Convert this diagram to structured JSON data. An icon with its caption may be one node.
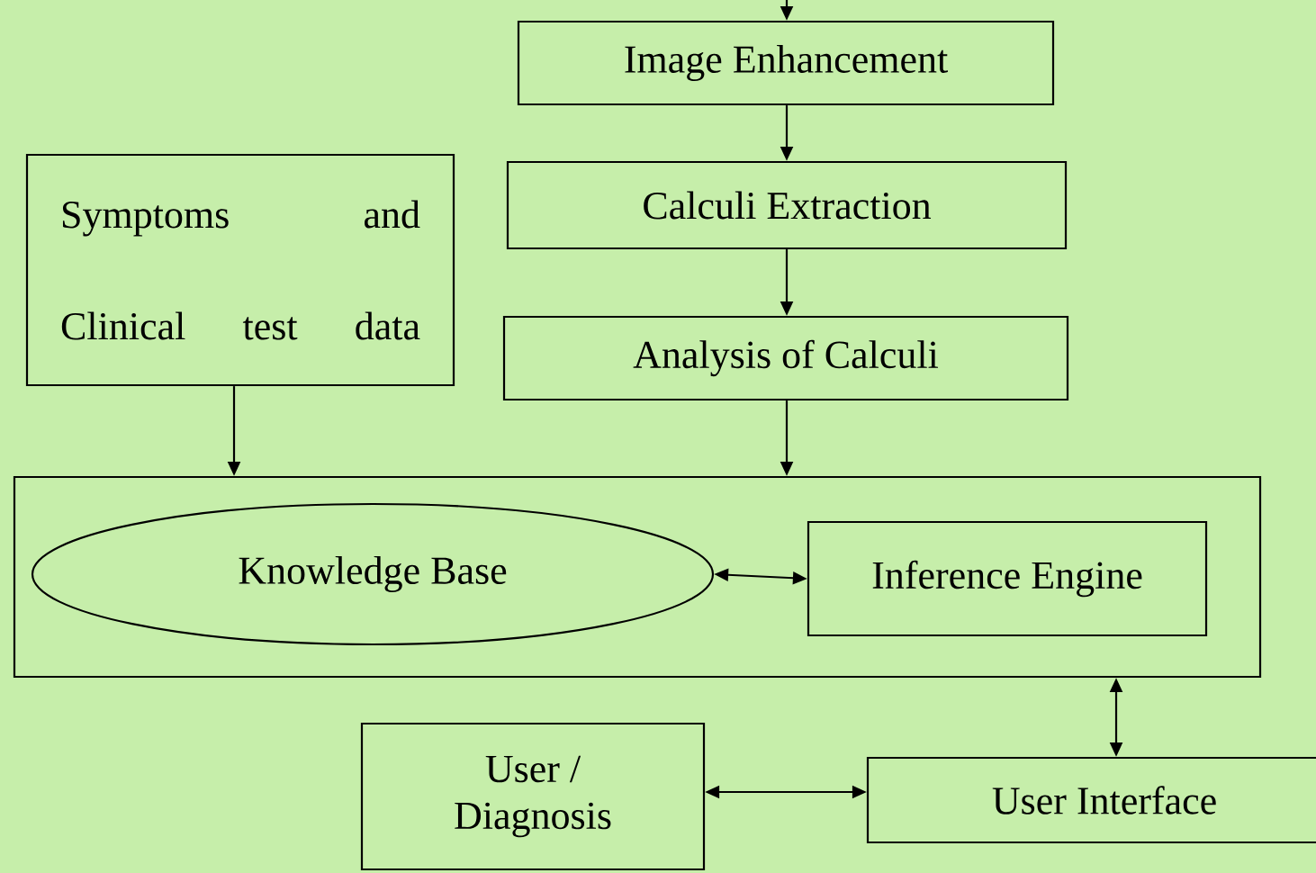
{
  "diagram": {
    "nodes": [
      {
        "text": [
          "Image Enhancement"
        ]
      },
      {
        "text": [
          "Symptoms and Clinical test data"
        ]
      },
      {
        "text": [
          "Calculi Extraction"
        ]
      },
      {
        "text": [
          "Analysis of Calculi"
        ]
      },
      {
        "text": [],
        "shape": "box"
      },
      {
        "text": [
          "Knowledge Base"
        ],
        "in": 4
      },
      {
        "text": [
          "Inference Engine"
        ],
        "in": 4
      },
      {
        "text": [
          "User / Diagnosis"
        ]
      },
      {
        "text": [
          "User Interface"
        ]
      }
    ],
    "edges": [
      {
        "from": null,
        "to": 0,
        "arrow": "to"
      },
      {
        "from": 0,
        "to": 2,
        "arrow": "to"
      },
      {
        "from": 2,
        "to": 3,
        "arrow": "to"
      },
      {
        "from": 1,
        "to": 4,
        "arrow": "to"
      },
      {
        "from": 3,
        "to": 4,
        "arrow": "to"
      },
      {
        "from": 5,
        "to": 6,
        "arrow": "both"
      },
      {
        "from": 4,
        "to": 8,
        "arrow": "both"
      },
      {
        "from": 7,
        "to": 8,
        "arrow": "both"
      }
    ]
  }
}
